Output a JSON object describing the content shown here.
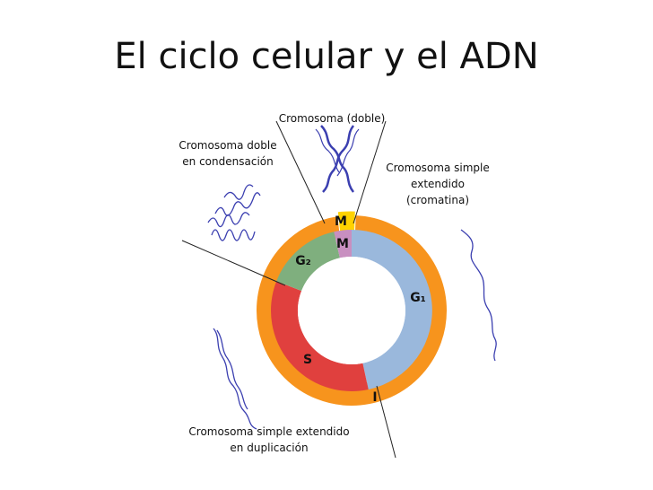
{
  "title": "El ciclo celular y el ADN",
  "labels": {
    "cromosoma_doble": "Cromosoma (doble)",
    "condensacion": [
      "Cromosoma doble",
      "en condensación"
    ],
    "simple_extendido": [
      "Cromosoma simple",
      "extendido",
      "(cromatina)"
    ],
    "duplicacion": [
      "Cromosoma simple extendido",
      "en duplicación"
    ]
  },
  "phases": {
    "outer_m": "M",
    "inner_m": "M",
    "g2": "G₂",
    "g1": "G₁",
    "s": "S",
    "interphase": "I"
  },
  "colors": {
    "outer_ring": "#f7941d",
    "outer_m": "#ffd200",
    "inner_m": "#c88fc0",
    "g2": "#7faf7e",
    "g1": "#9ab8dc",
    "s": "#e0403e",
    "chromosome": "#3b3fb0"
  }
}
